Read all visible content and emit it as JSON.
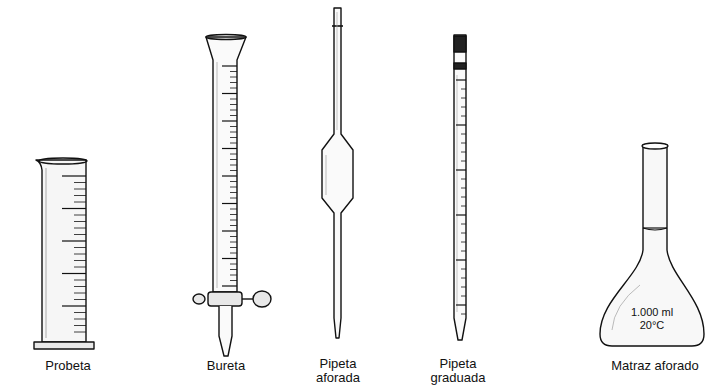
{
  "diagram": {
    "labels": [
      "Probeta",
      "Bureta",
      "Pipeta aforada",
      "Pipeta graduada",
      "Matraz aforado",
      "1.000 ml",
      "20°C"
    ]
  }
}
